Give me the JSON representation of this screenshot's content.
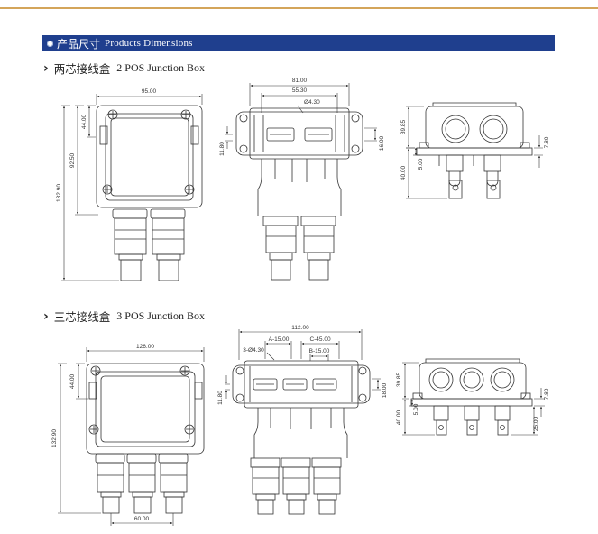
{
  "colors": {
    "banner": "#1f3f8e",
    "top_rule": "#d4a55a",
    "line": "#333333"
  },
  "banner": {
    "zh": "产品尺寸",
    "en": "Products Dimensions"
  },
  "sections": [
    {
      "zh": "两芯接线盒",
      "en": "2 POS Junction Box",
      "dims": {
        "width": "95.00",
        "top_height": "44.00",
        "mid_height": "92.50",
        "total_height": "132.90",
        "front_width": "81.00",
        "pitch": "55.30",
        "hole": "Ø4.30",
        "ear": "11.80",
        "flange": "16.00",
        "side_top": "39.85",
        "side_bottom": "40.00",
        "side_step": "5.00",
        "side_right": "7.80"
      }
    },
    {
      "zh": "三芯接线盒",
      "en": "3 POS Junction Box",
      "dims": {
        "width": "126.00",
        "top_height": "44.00",
        "total_height": "132.90",
        "bottom_width": "60.00",
        "front_width": "112.00",
        "a": "A-15.00",
        "c": "C-45.00",
        "b": "B-15.00",
        "holes": "3-Ø4.30",
        "ear": "11.80",
        "flange": "18.00",
        "side_top": "39.85",
        "side_bottom": "40.00",
        "side_step": "5.00",
        "side_right": "7.80",
        "side_right_low": "25.00"
      }
    }
  ]
}
